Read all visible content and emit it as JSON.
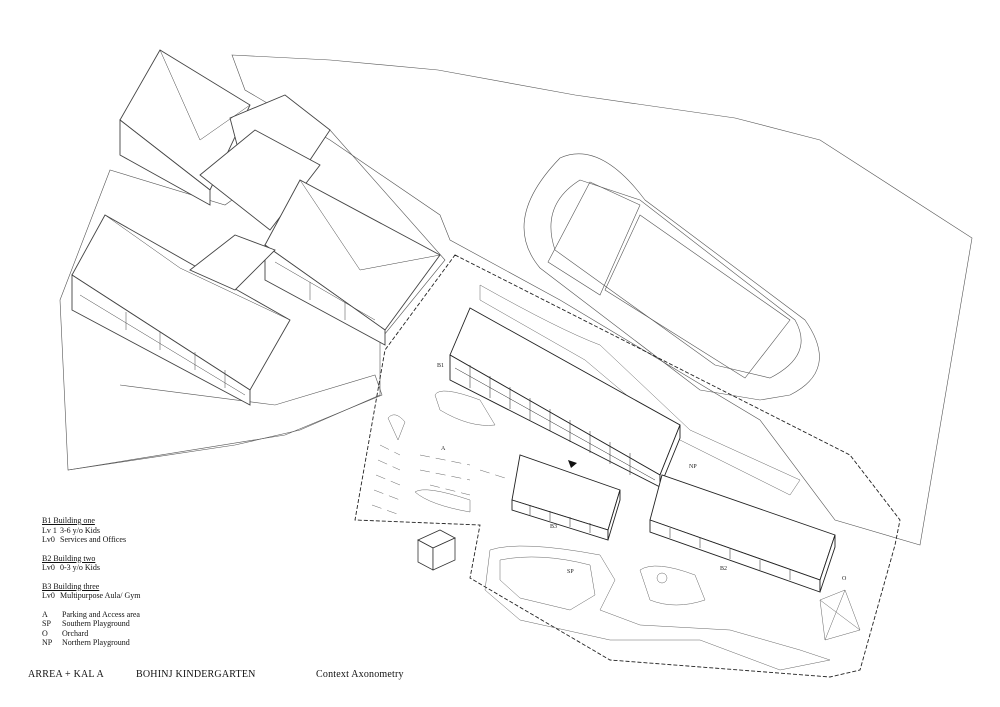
{
  "legend": {
    "buildings": [
      {
        "heading": "B1   Building one",
        "levels": [
          {
            "code": "Lv 1",
            "text": "3-6 y/o Kids"
          },
          {
            "code": "Lv0",
            "text": "Services and Offices"
          }
        ]
      },
      {
        "heading": "B2   Building two",
        "levels": [
          {
            "code": "Lv0",
            "text": "0-3 y/o Kids"
          }
        ]
      },
      {
        "heading": "B3   Building three",
        "levels": [
          {
            "code": "Lv0",
            "text": "Multipurpose Aula/ Gym"
          }
        ]
      }
    ],
    "areas": [
      {
        "code": "A",
        "text": "Parking and Access area"
      },
      {
        "code": "SP",
        "text": "Southern Playground"
      },
      {
        "code": "O",
        "text": "Orchard"
      },
      {
        "code": "NP",
        "text": "Northern Playground"
      }
    ]
  },
  "footer": {
    "office": "ARREA + KAL A",
    "project": "BOHINJ KINDERGARTEN",
    "drawing": "Context Axonometry"
  },
  "map_labels": {
    "b1": "B1",
    "b2": "B2",
    "b3": "B3",
    "a": "A",
    "np": "NP",
    "sp": "SP",
    "o": "O"
  }
}
